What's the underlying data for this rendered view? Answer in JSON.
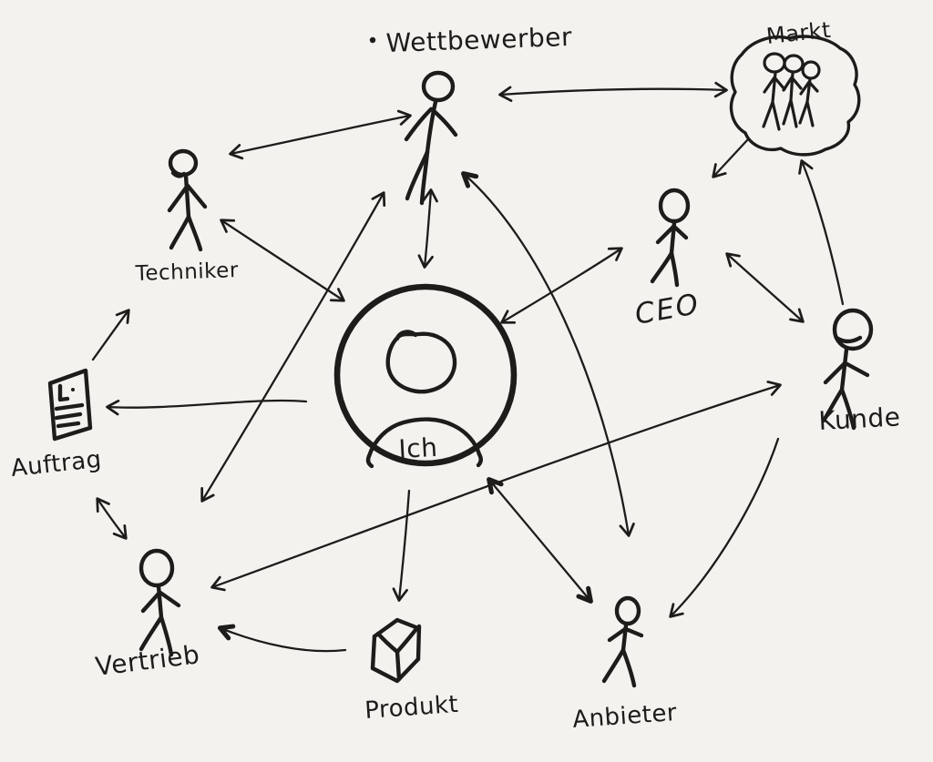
{
  "diagram": {
    "background_color": "#f3f2ee",
    "ink_color": "#1d1c1a",
    "center_node": "ich",
    "nodes": {
      "wettbewerber": {
        "label": "Wettbewerber",
        "icon": "stick-figure",
        "position": "top-center"
      },
      "markt": {
        "label": "Markt",
        "icon": "cloud-with-three-stick-figures",
        "position": "top-right"
      },
      "techniker": {
        "label": "Techniker",
        "icon": "stick-figure",
        "position": "upper-left"
      },
      "ceo": {
        "label": "CEO",
        "icon": "stick-figure",
        "position": "center-right"
      },
      "kunde": {
        "label": "Kunde",
        "icon": "stick-figure",
        "position": "right"
      },
      "ich": {
        "label": "Ich",
        "icon": "circled-person-avatar",
        "position": "center"
      },
      "auftrag": {
        "label": "Auftrag",
        "icon": "document",
        "position": "left"
      },
      "vertrieb": {
        "label": "Vertrieb",
        "icon": "stick-figure",
        "position": "bottom-left"
      },
      "produkt": {
        "label": "Produkt",
        "icon": "box",
        "position": "bottom-center"
      },
      "anbieter": {
        "label": "Anbieter",
        "icon": "stick-figure",
        "position": "bottom-right"
      }
    },
    "edges": [
      {
        "from": "wettbewerber",
        "to": "markt",
        "direction": "both"
      },
      {
        "from": "techniker",
        "to": "wettbewerber",
        "direction": "both"
      },
      {
        "from": "wettbewerber",
        "to": "ich",
        "direction": "both"
      },
      {
        "from": "techniker",
        "to": "ich",
        "direction": "both"
      },
      {
        "from": "ich",
        "to": "auftrag",
        "direction": "one-way"
      },
      {
        "from": "auftrag",
        "to": "techniker",
        "direction": "one-way"
      },
      {
        "from": "auftrag",
        "to": "vertrieb",
        "direction": "both"
      },
      {
        "from": "wettbewerber",
        "to": "vertrieb",
        "direction": "both"
      },
      {
        "from": "ich",
        "to": "produkt",
        "direction": "one-way"
      },
      {
        "from": "ich",
        "to": "anbieter",
        "direction": "both"
      },
      {
        "from": "wettbewerber",
        "to": "anbieter",
        "direction": "both"
      },
      {
        "from": "vertrieb",
        "to": "kunde",
        "direction": "both"
      },
      {
        "from": "produkt",
        "to": "vertrieb",
        "direction": "one-way"
      },
      {
        "from": "kunde",
        "to": "anbieter",
        "direction": "one-way"
      },
      {
        "from": "kunde",
        "to": "markt",
        "direction": "one-way"
      },
      {
        "from": "markt",
        "to": "ceo",
        "direction": "one-way"
      },
      {
        "from": "ceo",
        "to": "kunde",
        "direction": "both"
      },
      {
        "from": "ich",
        "to": "ceo",
        "direction": "both"
      }
    ]
  }
}
